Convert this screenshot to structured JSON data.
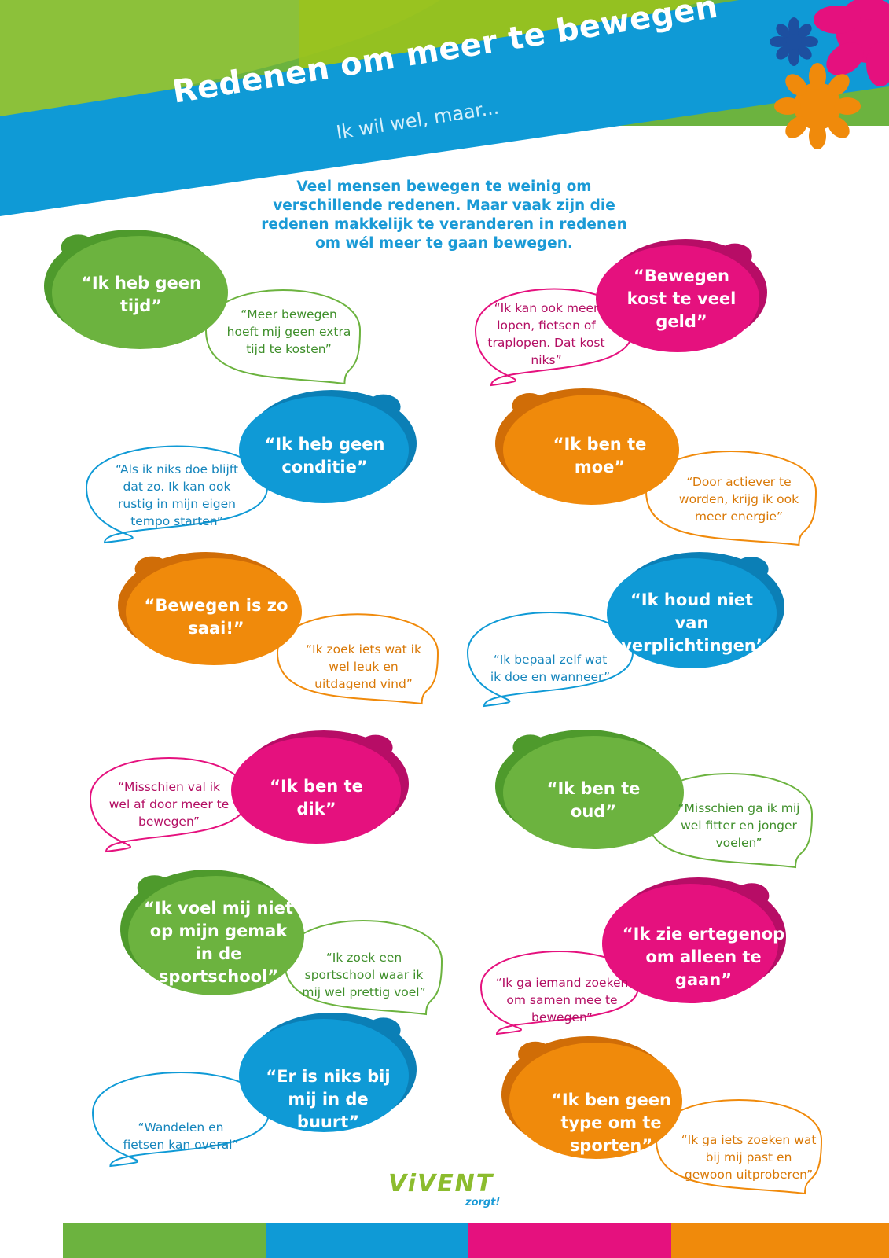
{
  "header": {
    "title": "Redenen om meer te bewegen",
    "subtitle": "Ik wil wel, maar..."
  },
  "intro": {
    "text": "Veel mensen bewegen te weinig om verschillende redenen. Maar vaak zijn die redenen makkelijk te veranderen in redenen om wél meer te gaan bewegen."
  },
  "reasons": [
    {
      "objection": "“Ik heb geen tijd”",
      "answer": "“Meer bewegen hoeft mij geen extra tijd te kosten”",
      "color": "green"
    },
    {
      "objection": "“Bewegen kost te veel geld”",
      "answer": "“Ik kan ook meer lopen, fietsen of traplopen. Dat kost niks”",
      "color": "magenta"
    },
    {
      "objection": "“Ik heb geen conditie”",
      "answer": "“Als ik niks doe blijft dat zo. Ik kan ook rustig in mijn eigen tempo starten”",
      "color": "blue"
    },
    {
      "objection": "“Ik ben te moe”",
      "answer": "“Door actiever te worden, krijg ik ook meer energie”",
      "color": "orange"
    },
    {
      "objection": "“Bewegen is zo saai!”",
      "answer": "“Ik zoek iets wat ik wel leuk en uitdagend vind”",
      "color": "orange"
    },
    {
      "objection": "“Ik houd niet van verplichtingen’",
      "answer": "“Ik bepaal zelf wat ik doe en wanneer”",
      "color": "blue"
    },
    {
      "objection": "“Ik ben te dik”",
      "answer": "“Misschien val ik wel af door meer te bewegen”",
      "color": "magenta"
    },
    {
      "objection": "“Ik ben te oud”",
      "answer": "“Misschien ga ik mij wel fitter en jonger voelen”",
      "color": "green"
    },
    {
      "objection": "“Ik voel mij niet op mijn gemak in de sportschool”",
      "answer": "“Ik zoek een sportschool waar ik mij wel prettig voel”",
      "color": "green"
    },
    {
      "objection": "“Ik zie ertegenop om alleen te gaan”",
      "answer": "“Ik ga iemand zoeken om samen mee te bewegen”",
      "color": "magenta"
    },
    {
      "objection": "“Er is niks bij mij in de buurt”",
      "answer": "“Wandelen en fietsen kan overal”",
      "color": "blue"
    },
    {
      "objection": "“Ik ben geen type om te sporten”",
      "answer": "“Ik ga iets zoeken wat bij mij past en gewoon uitproberen”",
      "color": "orange"
    }
  ],
  "logo": {
    "wordmark": "ViVENT",
    "tagline": "zorgt!"
  },
  "colors": {
    "green": "#6cb33f",
    "blue": "#0f9ad6",
    "magenta": "#e5117e",
    "orange": "#f08a0b",
    "lime": "#9bc31c"
  }
}
